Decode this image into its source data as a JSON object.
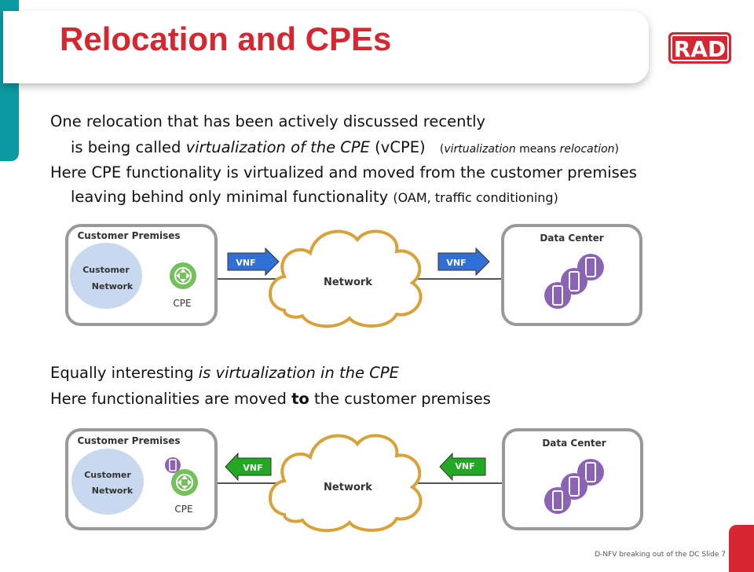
{
  "slide": {
    "title": "Relocation and CPEs",
    "logo": "RAD",
    "footer": "D-NFV breaking out of the DC  Slide 7"
  },
  "text": {
    "p1_line1": "One relocation that has been actively discussed recently",
    "p1_line2_pre": "is being called ",
    "p1_line2_em": "virtualization of the CPE",
    "p1_line2_post": " (vCPE)",
    "p1_note_open": "(",
    "p1_note_em1": "virtualization",
    "p1_note_mid": " means ",
    "p1_note_em2": "relocation",
    "p1_note_close": ")",
    "p2_line1": "Here CPE functionality is virtualized and moved from the customer premises",
    "p2_line2": "leaving behind only minimal functionality ",
    "p2_line2_small": "(OAM, traffic conditioning)",
    "p3_pre": "Equally interesting ",
    "p3_em": "is virtualization in the CPE",
    "p4_pre": "Here functionalities are moved ",
    "p4_bold": "to",
    "p4_post": " the customer premises"
  },
  "diagram_top": {
    "customer_premises": "Customer Premises",
    "customer_network_1": "Customer",
    "customer_network_2": "Network",
    "cpe": "CPE",
    "vnf_left": "VNF",
    "vnf_right": "VNF",
    "network": "Network",
    "data_center": "Data Center"
  },
  "diagram_bottom": {
    "customer_premises": "Customer Premises",
    "customer_network_1": "Customer",
    "customer_network_2": "Network",
    "cpe": "CPE",
    "vnf_left": "VNF",
    "vnf_right": "VNF",
    "network": "Network",
    "data_center": "Data Center"
  },
  "colors": {
    "title_red": "#d6262f",
    "teal": "#0b9aa0",
    "vnf_blue": "#2f6fd6",
    "vnf_green": "#22a823",
    "cloud_orange": "#d8a23a",
    "purple": "#8a63b5",
    "cpe_green": "#74c05a",
    "customer_net": "#c7d8ef"
  }
}
